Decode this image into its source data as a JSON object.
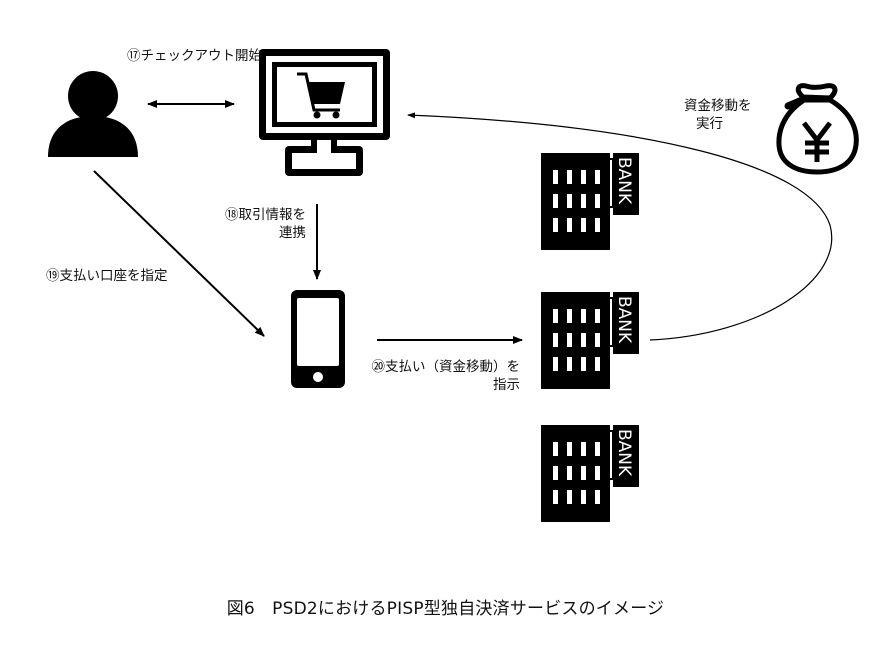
{
  "figure": {
    "caption": "図6　PSD2におけるPISP型独自決済サービスのイメージ",
    "colors": {
      "ink": "#000000",
      "background": "#ffffff"
    }
  },
  "nodes": {
    "user": {
      "icon": "person-icon"
    },
    "merchant_pc": {
      "icon": "monitor-cart-icon"
    },
    "smartphone": {
      "icon": "smartphone-icon"
    },
    "banks": [
      {
        "icon": "bank-building-icon",
        "sign": "BANK"
      },
      {
        "icon": "bank-building-icon",
        "sign": "BANK"
      },
      {
        "icon": "bank-building-icon",
        "sign": "BANK"
      }
    ],
    "money_bag": {
      "icon": "yen-money-bag-icon"
    }
  },
  "steps": {
    "s17": "⑰チェックアウト開始",
    "s18_line1": "⑱取引情報を",
    "s18_line2": "連携",
    "s19": "⑲支払い口座を指定",
    "s20_line1": "⑳支払い（資金移動）を",
    "s20_line2": "指示",
    "transfer_line1": "資金移動を",
    "transfer_line2": "実行"
  }
}
